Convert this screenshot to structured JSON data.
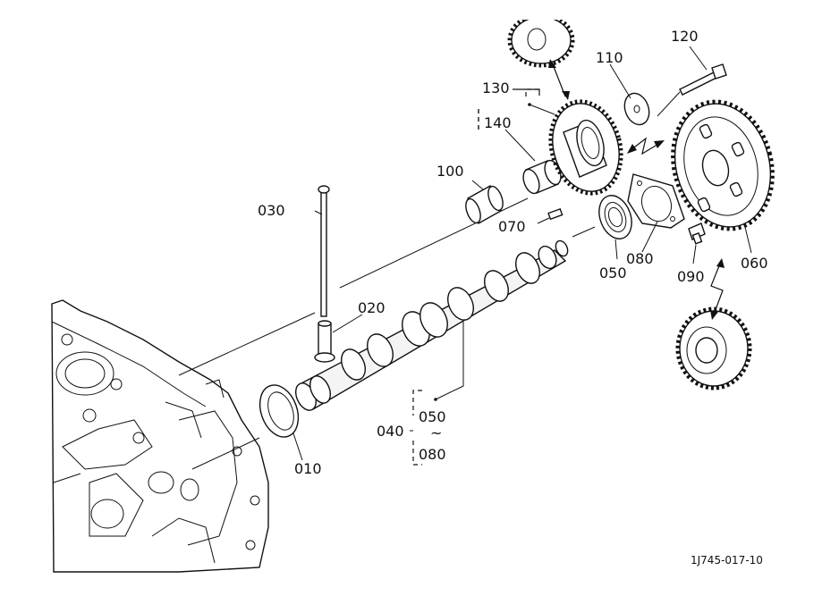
{
  "labels": {
    "p010": "010",
    "p020": "020",
    "p030": "030",
    "p040": "040",
    "p040_050": "050",
    "p040_tilde": "~",
    "p040_080": "080",
    "p050": "050",
    "p060": "060",
    "p070": "070",
    "p080": "080",
    "p090": "090",
    "p100": "100",
    "p110": "110",
    "p120": "120",
    "p130": "130",
    "p140": "140"
  },
  "reference": "1J745-017-10"
}
